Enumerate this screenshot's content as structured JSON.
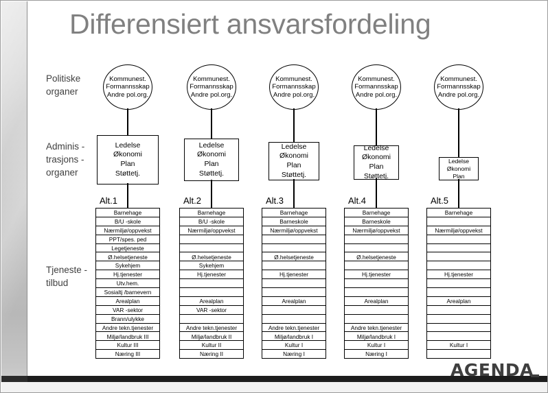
{
  "slide": {
    "title": "Differensiert ansvarsfordeling",
    "logo": "AGENDA",
    "colors": {
      "title": "#808080",
      "line": "#000000",
      "background": "#ffffff",
      "footer": "#1d1d1d",
      "band_top": "#e2e2e2",
      "band_bottom": "#b8b8b8"
    }
  },
  "row_labels": {
    "political": "Politiske\norganer",
    "administrative": "Adminis -\ntrasjons -\norganer",
    "services": "Tjeneste -\ntilbud"
  },
  "political_body": {
    "lines": [
      "Kommunest.",
      "Formannsskap",
      "Andre pol.org."
    ]
  },
  "columns": [
    {
      "id": "alt1",
      "caption": "Alt.1",
      "political": [
        "Kommunest.",
        "Formannsskap",
        "Andre pol.org."
      ],
      "admin": [
        "Ledelse",
        "Økonomi",
        "Plan",
        "Støttetj."
      ],
      "services": [
        "Barnehage",
        "B/U -skole",
        "Nærmiljø/oppvekst",
        "PPT/spes.  ped",
        "Legetjeneste",
        "Ø.helsetjeneste",
        "Sykehjem",
        "Hj.tjenester",
        "Utv.hem.",
        "Sosialtj /barnevern",
        "Arealplan",
        "VAR -sektor",
        "Brann/ulykke",
        "Andre tekn.tjenester",
        "Miljø/landbruk III",
        "Kultur III",
        "Næring III"
      ]
    },
    {
      "id": "alt2",
      "caption": "Alt.2",
      "political": [
        "Kommunest.",
        "Formannsskap",
        "Andre pol.org."
      ],
      "admin": [
        "Ledelse",
        "Økonomi",
        "Plan",
        "Støttetj."
      ],
      "services": [
        "Barnehage",
        "B/U -skole",
        "Nærmiljø/oppvekst",
        "",
        "",
        "Ø.helsetjeneste",
        "Sykehjem",
        "Hj.tjenester",
        "",
        "",
        "Arealplan",
        "VAR -sektor",
        "",
        "Andre tekn.tjenester",
        "Miljø/landbruk II",
        "Kultur II",
        "Næring II"
      ]
    },
    {
      "id": "alt3",
      "caption": "Alt.3",
      "political": [
        "Kommunest.",
        "Formannsskap",
        "Andre pol.org."
      ],
      "admin": [
        "Ledelse",
        "Økonomi",
        "Plan",
        "Støttetj."
      ],
      "services": [
        "Barnehage",
        "Barneskole",
        "Nærmiljø/oppvekst",
        "",
        "",
        "Ø.helsetjeneste",
        "",
        "Hj.tjenester",
        "",
        "",
        "Arealplan",
        "",
        "",
        "Andre tekn.tjenester",
        "Miljø/landbruk I",
        "Kultur I",
        "Næring I"
      ]
    },
    {
      "id": "alt4",
      "caption": "Alt.4",
      "political": [
        "Kommunest.",
        "Formannsskap",
        "Andre pol.org."
      ],
      "admin": [
        "Ledelse",
        "Økonomi",
        "Plan",
        "Støttetj."
      ],
      "services": [
        "Barnehage",
        "Barneskole",
        "Nærmiljø/oppvekst",
        "",
        "",
        "Ø.helsetjeneste",
        "",
        "Hj.tjenester",
        "",
        "",
        "Arealplan",
        "",
        "",
        "Andre tekn.tjenester",
        "Miljø/landbruk I",
        "Kultur I",
        "Næring I"
      ]
    },
    {
      "id": "alt5",
      "caption": "Alt.5",
      "political": [
        "Kommunest.",
        "Formannsskap",
        "Andre pol.org."
      ],
      "admin": [
        "Ledelse",
        "Økonomi",
        "Plan"
      ],
      "services": [
        "Barnehage",
        "",
        "Nærmiljø/oppvekst",
        "",
        "",
        "",
        "",
        "Hj.tjenester",
        "",
        "",
        "Arealplan",
        "",
        "",
        "",
        "",
        "Kultur I",
        ""
      ]
    }
  ]
}
